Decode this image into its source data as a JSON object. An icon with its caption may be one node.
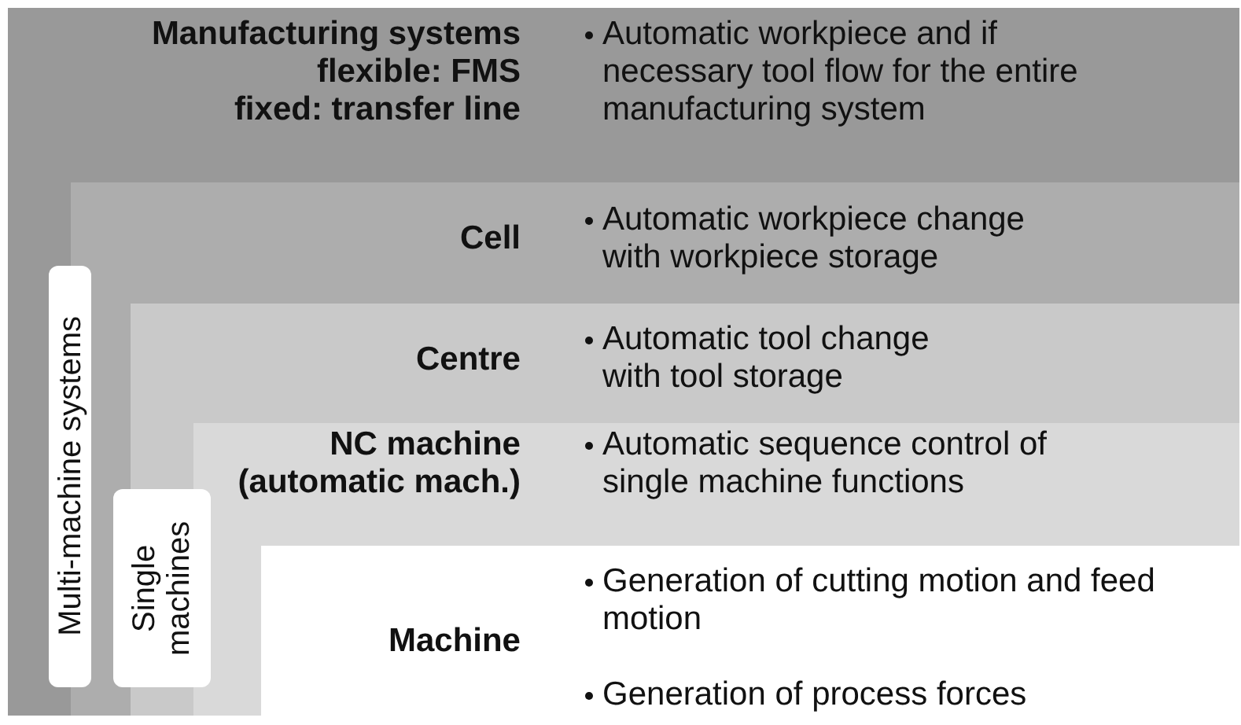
{
  "diagram": {
    "nodes": [
      {
        "text": [
          "Manufacturing systems",
          "flexible: FMS",
          "fixed: transfer line",
          "Automatic workpiece and if necessary tool flow for the entire manufacturing system"
        ]
      },
      {
        "text": [
          "Cell",
          "Automatic workpiece change with workpiece storage"
        ],
        "in": 0
      },
      {
        "text": [
          "Centre",
          "Automatic tool change with tool storage"
        ],
        "in": 1
      },
      {
        "text": [
          "NC machine (automatic mach.)",
          "Automatic sequence control of single machine functions"
        ],
        "in": 2
      },
      {
        "text": [
          "Machine",
          "Generation of cutting motion and feed motion",
          "Generation of process forces"
        ],
        "in": 3
      },
      {
        "text": [
          "Multi-machine systems"
        ],
        "in": 0
      },
      {
        "text": [
          "Single machines"
        ],
        "in": 1
      }
    ]
  }
}
